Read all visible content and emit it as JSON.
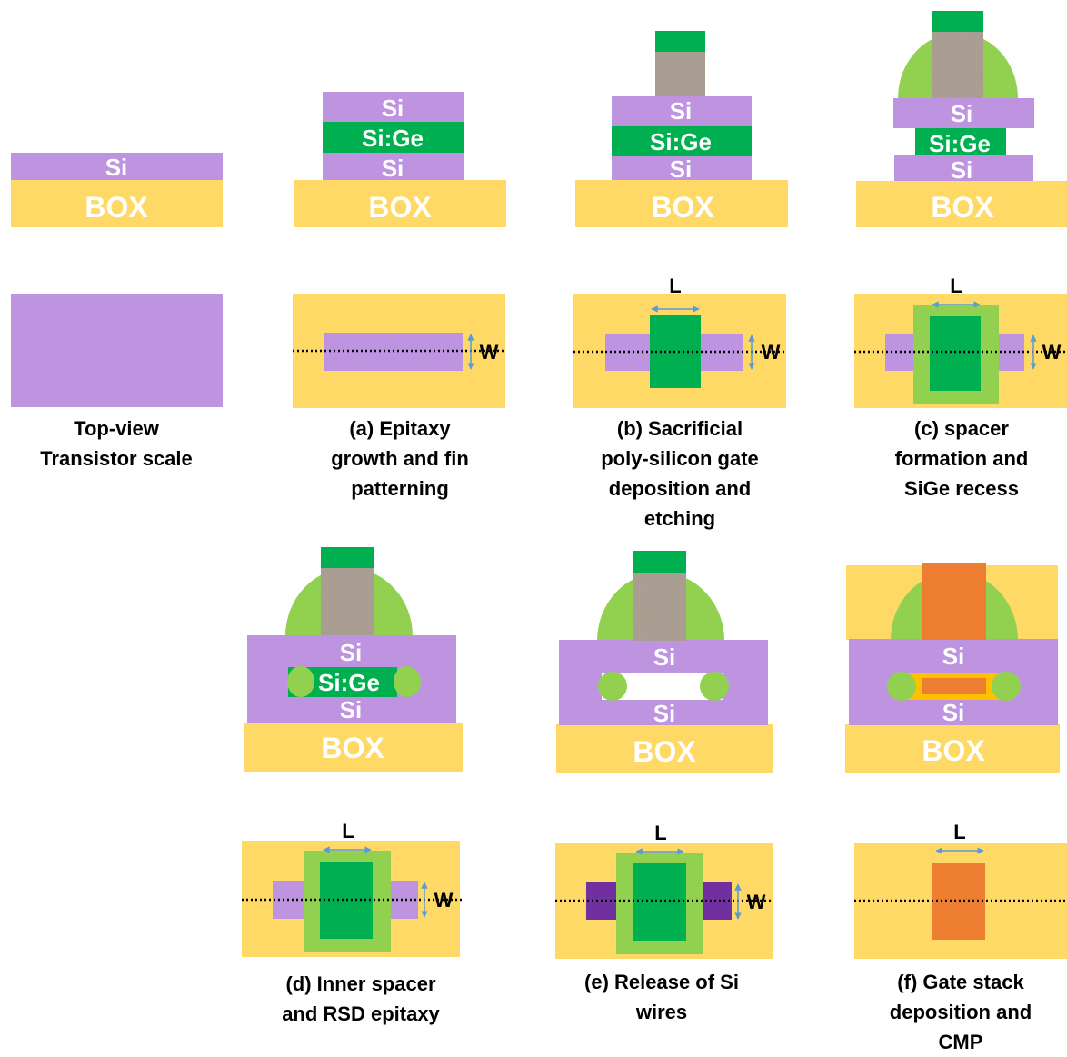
{
  "labels": {
    "si": "Si",
    "sige": "Si:Ge",
    "box": "BOX",
    "length": "L",
    "width": "W"
  },
  "colors": {
    "box": "#FFD966",
    "si": "#BE94E0",
    "sige": "#00B050",
    "hard_mask": "#00B050",
    "spacer": "#92D050",
    "poly": "#A89A8C",
    "gate_metal": "#ED7D31",
    "gate_dielectric": "#FFC000",
    "rsd": "#7030A0",
    "text_on_layers": "#FFFFFF"
  },
  "captions": [
    [
      "Top-view",
      "Transistor scale"
    ],
    [
      "(a) Epitaxy",
      "growth and fin",
      "patterning"
    ],
    [
      "(b) Sacrificial",
      "poly-silicon gate",
      "deposition and",
      "etching"
    ],
    [
      "(c) spacer",
      "formation and",
      "SiGe recess"
    ],
    [
      "(d) Inner spacer",
      "and RSD epitaxy"
    ],
    [
      "(e) Release of Si",
      "wires"
    ],
    [
      "(f) Gate stack",
      "deposition and",
      "CMP"
    ]
  ]
}
